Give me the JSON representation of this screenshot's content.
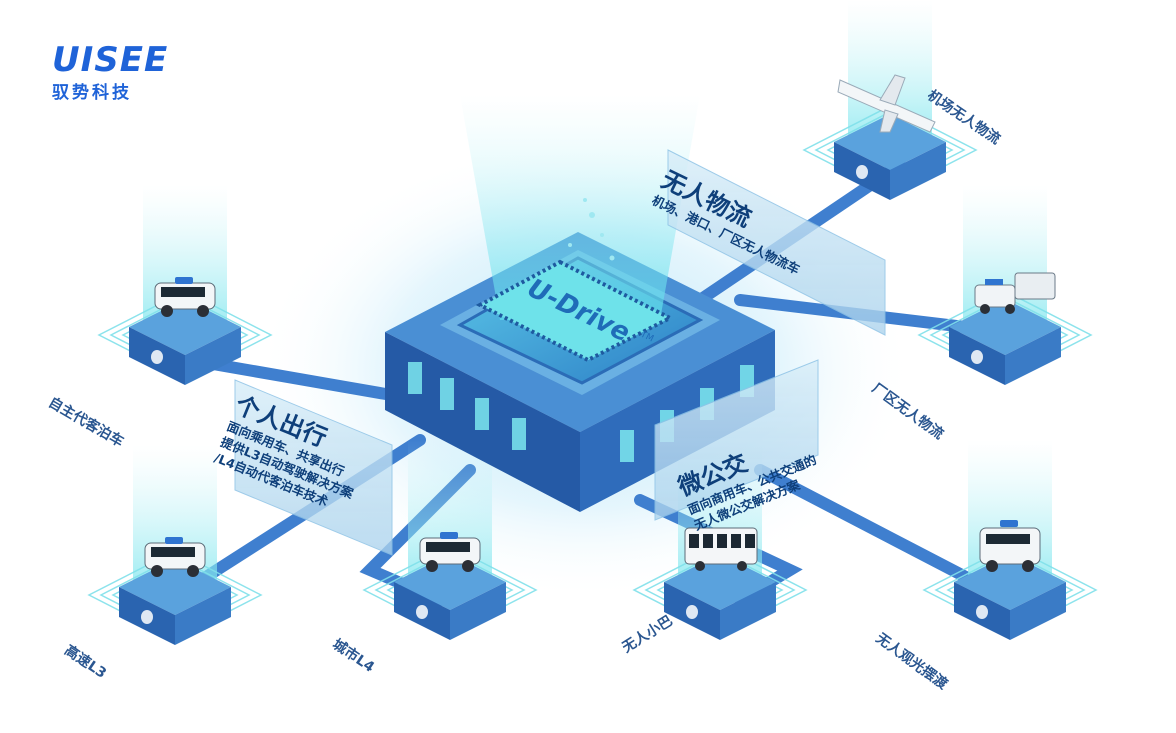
{
  "logo": {
    "text": "UISEE",
    "subtitle": "驭势科技"
  },
  "chip": {
    "text": "U-Drive",
    "tm": "TM"
  },
  "panels": {
    "logistics": {
      "title": "无人物流",
      "desc": "机场、港口、厂区无人物流车"
    },
    "personal": {
      "title": "个人出行",
      "desc": [
        "面向乘用车、共享出行",
        "提供L3自动驾驶解决方案",
        "/L4自动代客泊车技术"
      ]
    },
    "microbus": {
      "title": "微公交",
      "desc": [
        "面向商用车、公共交通的",
        "无人微公交解决方案"
      ]
    }
  },
  "nodes": [
    {
      "id": "airport",
      "label": "机场无人物流",
      "vehicle": "airplane-icon"
    },
    {
      "id": "factory",
      "label": "厂区无人物流",
      "vehicle": "logistics-truck-icon"
    },
    {
      "id": "valet",
      "label": "自主代客泊车",
      "vehicle": "car-icon"
    },
    {
      "id": "highway",
      "label": "高速L3",
      "vehicle": "car-icon"
    },
    {
      "id": "urban",
      "label": "城市L4",
      "vehicle": "car-icon"
    },
    {
      "id": "minibus",
      "label": "无人小巴",
      "vehicle": "bus-icon"
    },
    {
      "id": "tour",
      "label": "无人观光摆渡",
      "vehicle": "shuttle-icon"
    }
  ],
  "colors": {
    "brand": "#1f63d8",
    "platform_top": "#4c93d6",
    "platform_side": "#2a64b0",
    "glow": "#6fe6f2"
  }
}
